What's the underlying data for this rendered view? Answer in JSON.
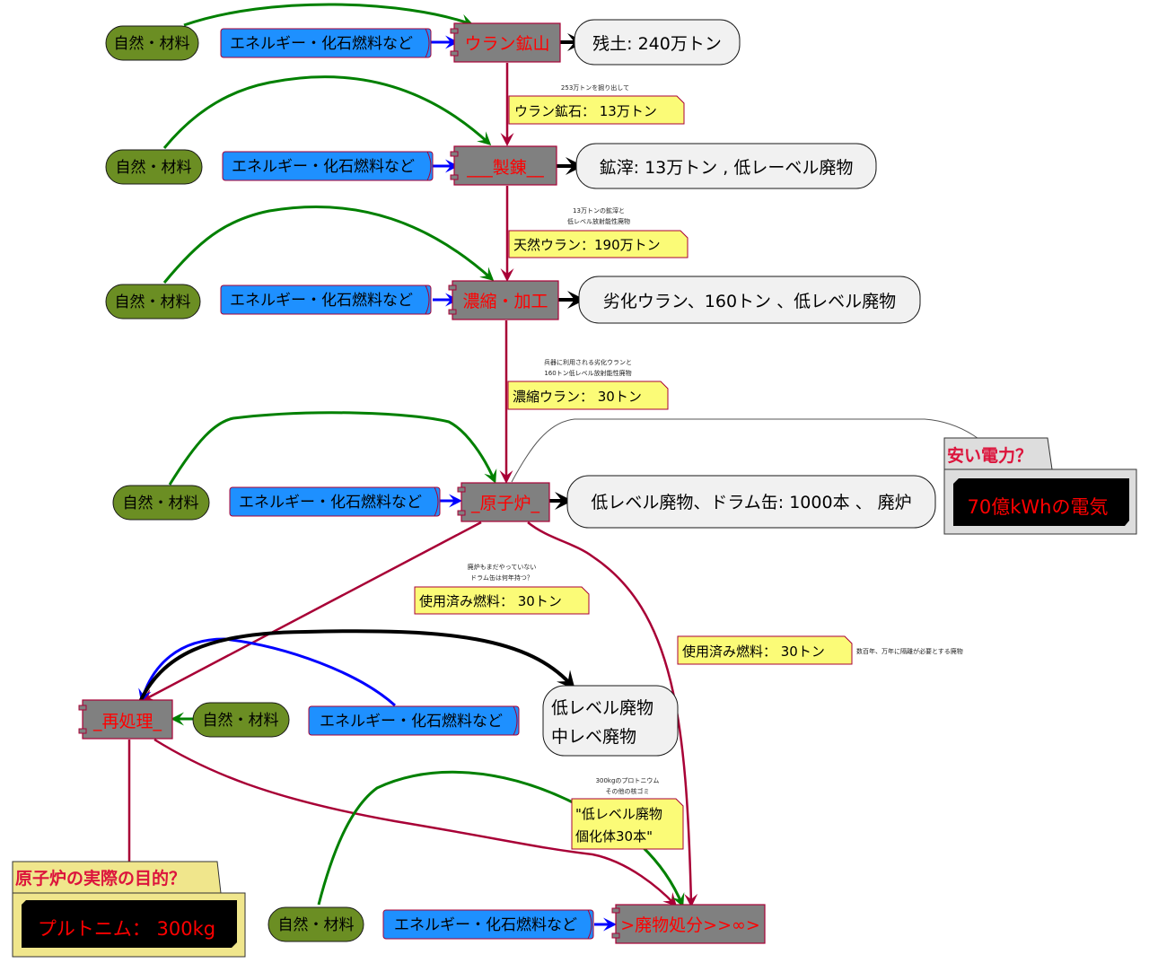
{
  "stages": [
    {
      "id": "mine",
      "process": "ウラン鉱山",
      "nature": "自然・材料",
      "energy": "エネルギー・化石燃料など",
      "waste": "残土: 240万トン"
    },
    {
      "id": "refine",
      "process": "___製錬__",
      "nature": "自然・材料",
      "energy": "エネルギー・化石燃料など",
      "waste": "鉱滓: 13万トン , 低レーベル廃物"
    },
    {
      "id": "enrich",
      "process": "濃縮・加工",
      "nature": "自然・材料",
      "energy": "エネルギー・化石燃料など",
      "waste": "劣化ウラン、160トン 、低レベル廃物"
    },
    {
      "id": "reactor",
      "process": "_原子炉_",
      "nature": "自然・材料",
      "energy": "エネルギー・化石燃料など",
      "waste": "低レベル廃物、ドラム缶: 1000本 、 廃炉"
    },
    {
      "id": "reprocess",
      "process": "_再処理_",
      "nature": "自然・材料",
      "energy": "エネルギー・化石燃料など",
      "waste_lines": [
        "低レベル廃物",
        "中レベ廃物"
      ]
    },
    {
      "id": "disposal",
      "process": ">廃物処分>>∞>",
      "nature": "自然・材料",
      "energy": "エネルギー・化石燃料など"
    }
  ],
  "flows": [
    {
      "from": "mine",
      "to": "refine",
      "caption": "253万トンを掘り出して",
      "note": "ウラン鉱石： 13万トン"
    },
    {
      "from": "refine",
      "to": "enrich",
      "caption_lines": [
        "13万トンの鉱滓と",
        "低レベル放射能性廃物"
      ],
      "note": "天然ウラン：190万トン"
    },
    {
      "from": "enrich",
      "to": "reactor",
      "caption_lines": [
        "兵器に利用される劣化ウランと",
        "160トン低レベル放射能性廃物"
      ],
      "note": "濃縮ウラン： 30トン"
    },
    {
      "from": "reactor",
      "to": "reprocess",
      "caption_lines": [
        "廃炉もまだやっていない",
        "ドラム缶は何年持つ？"
      ],
      "note": "使用済み燃料： 30トン"
    },
    {
      "from": "reactor",
      "to": "disposal",
      "caption": "数百年、万年に隔離が必要とする廃物",
      "note": "使用済み燃料： 30トン"
    },
    {
      "from": "reprocess",
      "to": "disposal",
      "caption_lines": [
        "300kgのプロトニウム",
        "その他の核ゴミ"
      ],
      "note_lines": [
        "\"低レベル廃物",
        "個化体30本\""
      ]
    }
  ],
  "frames": {
    "power": {
      "title": "安い電力？",
      "content": "70億kWhの電気"
    },
    "purpose": {
      "title": "原子炉の実際の目的？",
      "content": "プルトニム： 300kg"
    }
  },
  "colors": {
    "process_fill": "#808080",
    "process_border": "#A80036",
    "process_text": "#FF0000",
    "nature_fill": "#6B8E23",
    "energy_fill": "#1E90FF",
    "note_fill": "#FBFB77",
    "cloud_fill": "#F1F1F1",
    "edge_green": "#008000",
    "edge_blue": "#0000FF",
    "edge_black": "#000000",
    "edge_red": "#A80036",
    "frame_title": "#DC143C"
  }
}
